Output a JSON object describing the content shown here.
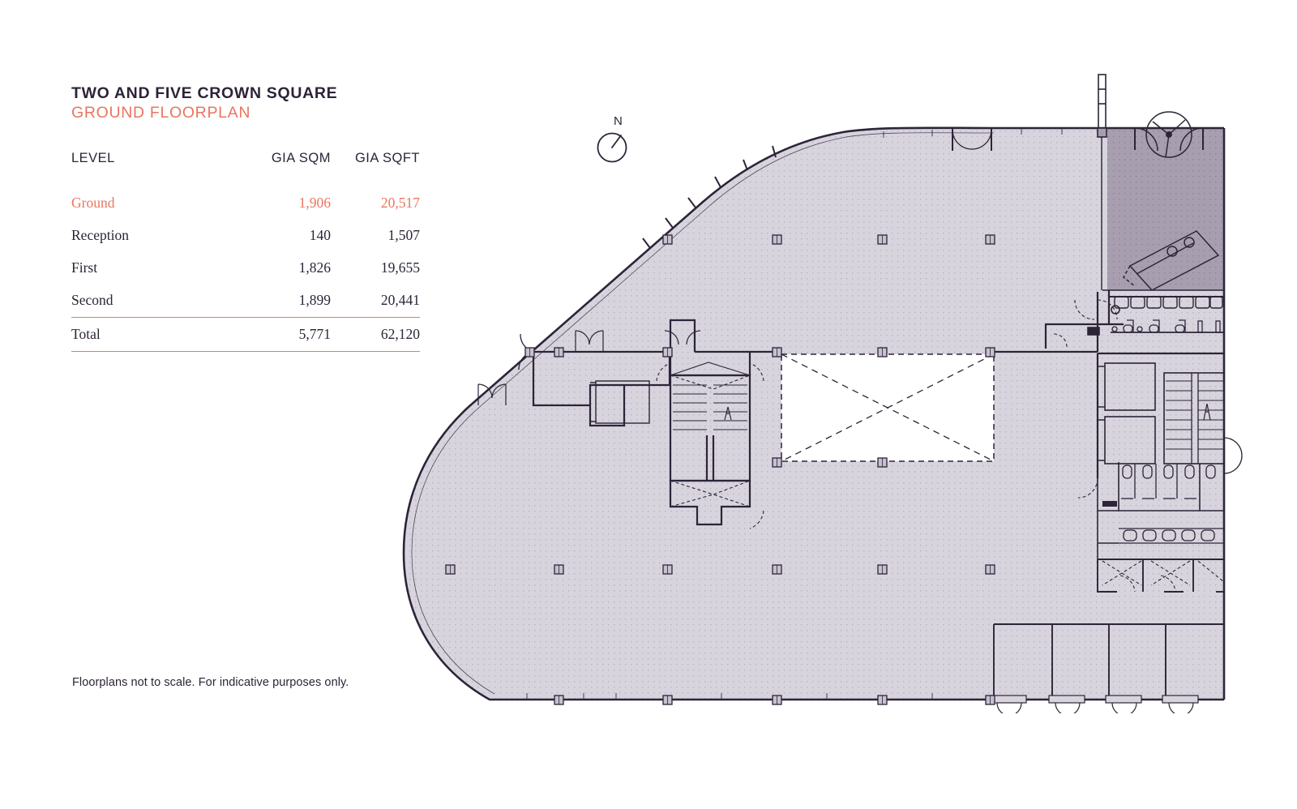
{
  "document": {
    "title_main": "TWO AND FIVE CROWN SQUARE",
    "title_sub": "GROUND FLOORPLAN",
    "disclaimer": "Floorplans not to scale. For indicative purposes only."
  },
  "colors": {
    "accent": "#ea7560",
    "ink": "#2d2438",
    "floor_fill": "#d8d4dd",
    "reception_fill": "#a79fb0",
    "page_background": "#ffffff"
  },
  "areas_table": {
    "headers": {
      "level": "LEVEL",
      "sqm": "GIA SQM",
      "sqft": "GIA SQFT"
    },
    "rows": [
      {
        "level": "Ground",
        "sqm": "1,906",
        "sqft": "20,517",
        "highlight": true
      },
      {
        "level": "Reception",
        "sqm": "140",
        "sqft": "1,507",
        "highlight": false
      },
      {
        "level": "First",
        "sqm": "1,826",
        "sqft": "19,655",
        "highlight": false
      },
      {
        "level": "Second",
        "sqm": "1,899",
        "sqft": "20,441",
        "highlight": false
      }
    ],
    "total": {
      "level": "Total",
      "sqm": "5,771",
      "sqft": "62,120"
    }
  },
  "compass": {
    "label": "N",
    "needle_bearing_deg": 20
  },
  "plan": {
    "name": "ground-floor-plan",
    "features": [
      "curved-glazed-west-facade",
      "revolving-door-north-east",
      "double-doors-north-wall",
      "reception-desk",
      "central-void",
      "primary-core-lifts-stairs-east",
      "secondary-core-lift-stair-centre",
      "wc-cubicles-east",
      "retail-units-south-east",
      "column-grid"
    ]
  }
}
